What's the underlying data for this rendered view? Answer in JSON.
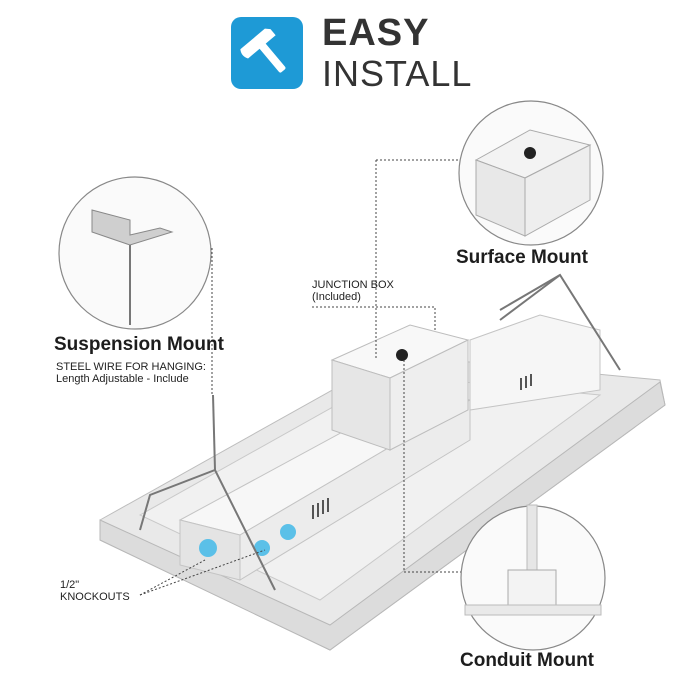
{
  "header": {
    "logo_icon": "hammer-icon",
    "title_line1": "EASY",
    "title_line2": "INSTALL",
    "logo_color": "#1e9ad6"
  },
  "callouts": {
    "surface_mount": "Surface Mount",
    "suspension_mount": "Suspension Mount",
    "suspension_note_line1": "STEEL WIRE FOR HANGING:",
    "suspension_note_line2": "Length Adjustable - Include",
    "junction_box_line1": "JUNCTION BOX",
    "junction_box_line2": "(Included)",
    "knockouts_line1": "1/2\"",
    "knockouts_line2": "KNOCKOUTS",
    "conduit_mount": "Conduit Mount"
  },
  "colors": {
    "knockout_blue": "#5bc0e8",
    "fixture_white": "#eeeeee"
  }
}
